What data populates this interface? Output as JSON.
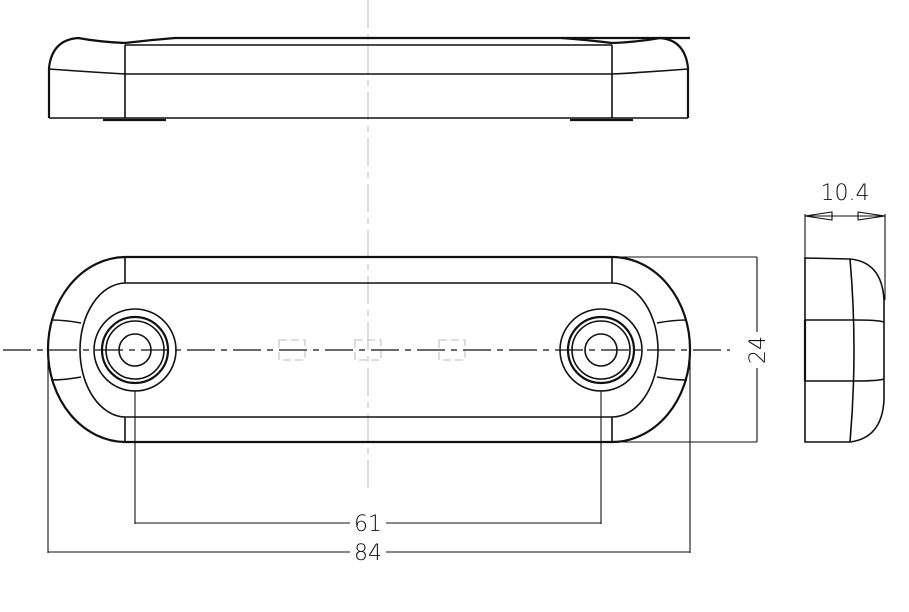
{
  "dimensions": {
    "hole_spacing": "61",
    "overall_length": "84",
    "overall_height": "24",
    "depth": "10.4"
  },
  "colors": {
    "line": "#111111",
    "centerline": "#bbbbbb"
  }
}
